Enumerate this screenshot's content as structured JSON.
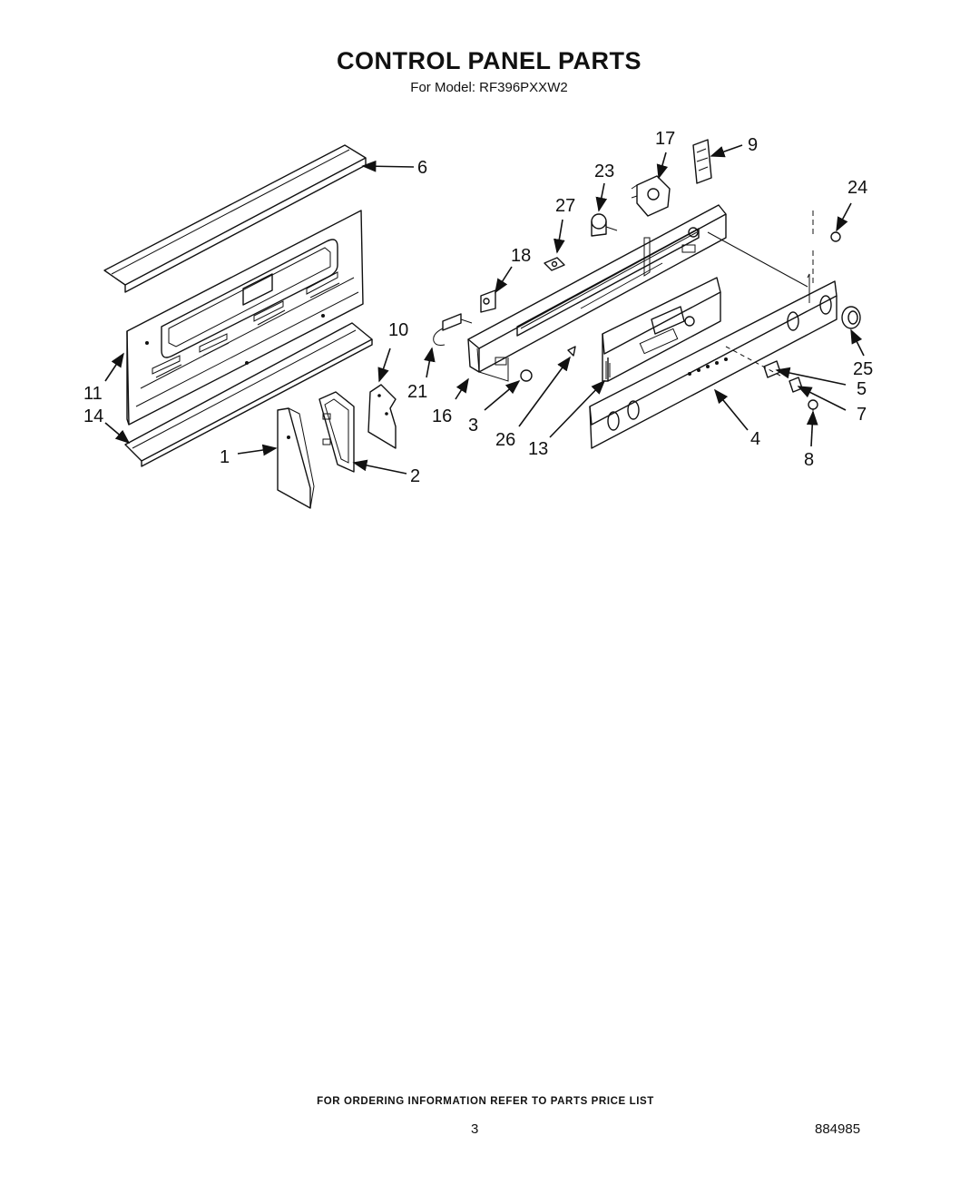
{
  "header": {
    "title": "CONTROL PANEL PARTS",
    "subtitle": "For Model: RF396PXXW2"
  },
  "callouts": [
    "1",
    "2",
    "3",
    "4",
    "5",
    "6",
    "7",
    "8",
    "9",
    "10",
    "11",
    "13",
    "14",
    "16",
    "17",
    "18",
    "21",
    "23",
    "24",
    "25",
    "26",
    "27"
  ],
  "footer": {
    "note": "FOR ORDERING INFORMATION REFER TO PARTS PRICE LIST",
    "page_number": "3",
    "document_number": "884985"
  }
}
